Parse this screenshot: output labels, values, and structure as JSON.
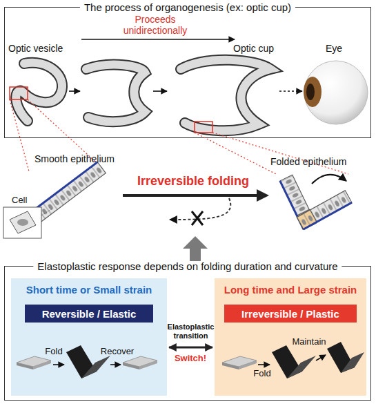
{
  "diagram": {
    "nodes": [
      {
        "text": [
          "The process of organogenesis (ex: optic cup)"
        ]
      },
      {
        "text": [
          "Elastoplastic response depends on folding duration and curvature"
        ]
      },
      {
        "text": [
          "Short time or Small strain"
        ],
        "in": 1
      },
      {
        "text": [
          "Reversible / Elastic"
        ],
        "in": 2
      },
      {
        "text": [
          "Long time and Large strain"
        ],
        "in": 1
      },
      {
        "text": [
          "Irreversible / Plastic"
        ],
        "in": 4
      }
    ],
    "edges": [
      {
        "from": 2,
        "to": 4,
        "arrow": "both",
        "label": "Elastoplastic transition"
      }
    ],
    "labels": [
      "Optic vesicle",
      "Proceeds unidirectionally",
      "Optic cup",
      "Eye",
      "Smooth epithelium",
      "Cell",
      "Irreversible folding",
      "Folded epithelium",
      "Fold",
      "Recover",
      "Switch!",
      "Fold",
      "Maintain"
    ]
  }
}
